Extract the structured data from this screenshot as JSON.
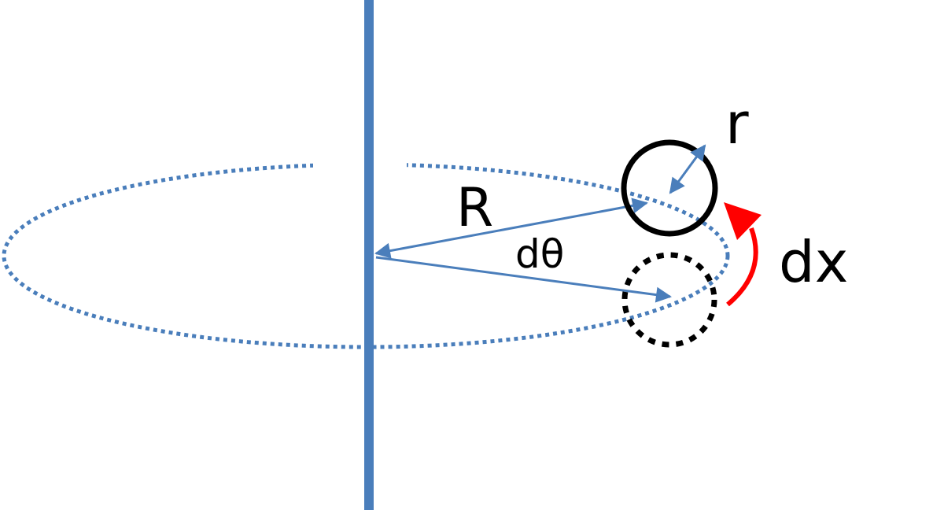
{
  "labels": {
    "small_radius": "r",
    "large_radius": "R",
    "angle": "dθ",
    "displacement": "dx"
  },
  "colors": {
    "axis_blue": "#4a7ebb",
    "circle_black": "#000000",
    "arrow_red": "#ff0000"
  }
}
